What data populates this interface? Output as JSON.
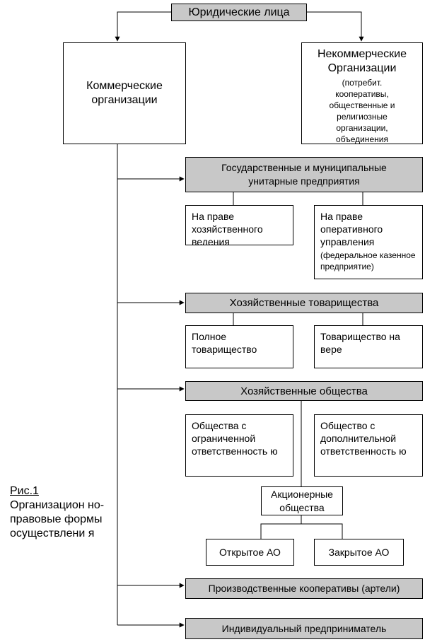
{
  "root": "Юридические лица",
  "commercial": "Коммерческие организации",
  "noncommercial": {
    "title": "Некоммерческие Организации",
    "note": "(потребит. кооперативы, общественные и религиозные организации, объединения"
  },
  "state_unitary": {
    "title": "Государственные и  муниципальные унитарные предприятия",
    "economic_right": "На праве хозяйственного ведения",
    "operational_title": "На праве оперативного управления",
    "operational_note": "(федеральное казенное предприятие)"
  },
  "partnerships": {
    "title": "Хозяйственные товарищества",
    "full": "Полное товарищество",
    "limited": "Товарищество на вере"
  },
  "companies": {
    "title": "Хозяйственные общества",
    "llc": "Общества с ограниченной ответственность ю",
    "alc": "Общество с дополнительной ответственность ю",
    "jsc": "Акционерные общества",
    "open": "Открытое АО",
    "closed": "Закрытое АО"
  },
  "coops": "Производственные кооперативы (артели)",
  "entrepreneur": "Индивидуальный предприниматель",
  "caption": {
    "label": "Рис.1",
    "text": "Организацион но-правовые формы осуществлени я"
  }
}
